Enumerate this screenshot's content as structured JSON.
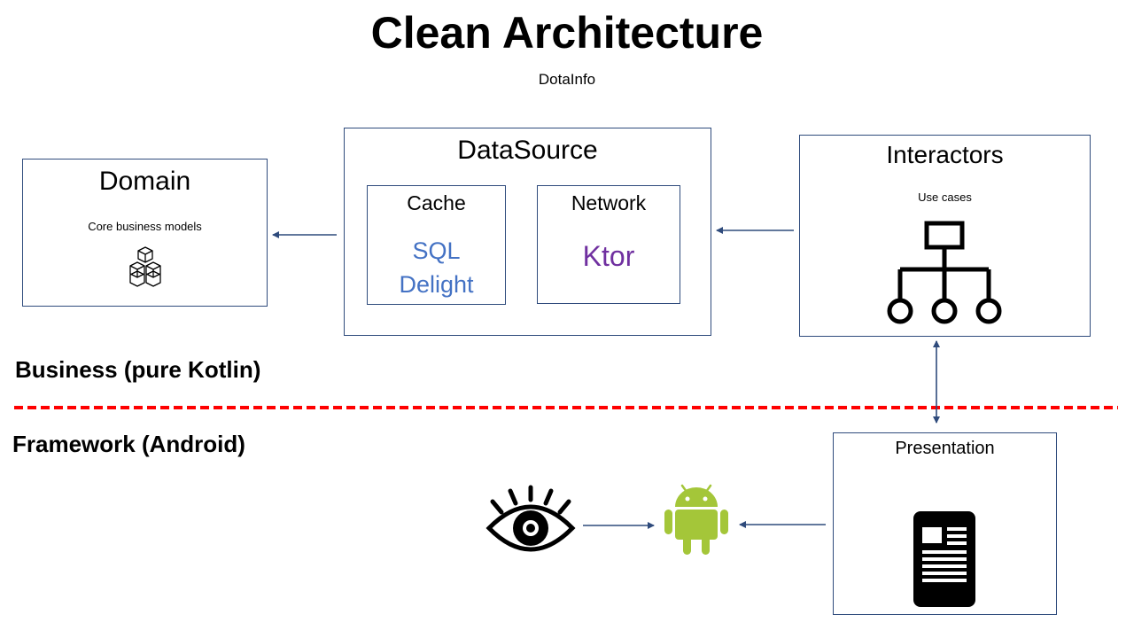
{
  "title": "Clean Architecture",
  "subtitle": "DotaInfo",
  "domain": {
    "title": "Domain",
    "caption": "Core business  models",
    "icon": "cubes-icon"
  },
  "datasource": {
    "title": "DataSource",
    "cache": {
      "title": "Cache",
      "tech_line1": "SQL",
      "tech_line2": "Delight",
      "tech_color": "#4472c4"
    },
    "network": {
      "title": "Network",
      "tech": "Ktor",
      "tech_color": "#7030a0"
    }
  },
  "interactors": {
    "title": "Interactors",
    "caption": "Use cases",
    "icon": "hierarchy-icon"
  },
  "presentation": {
    "title": "Presentation",
    "icon": "document-phone-icon"
  },
  "layers": {
    "business": "Business (pure Kotlin)",
    "framework": "Framework (Android)",
    "divider_color": "#ff0000"
  },
  "icons": {
    "eye": "eye-icon",
    "android": "android-icon",
    "android_color": "#a4c639"
  },
  "arrow_color": "#2f4b7c"
}
